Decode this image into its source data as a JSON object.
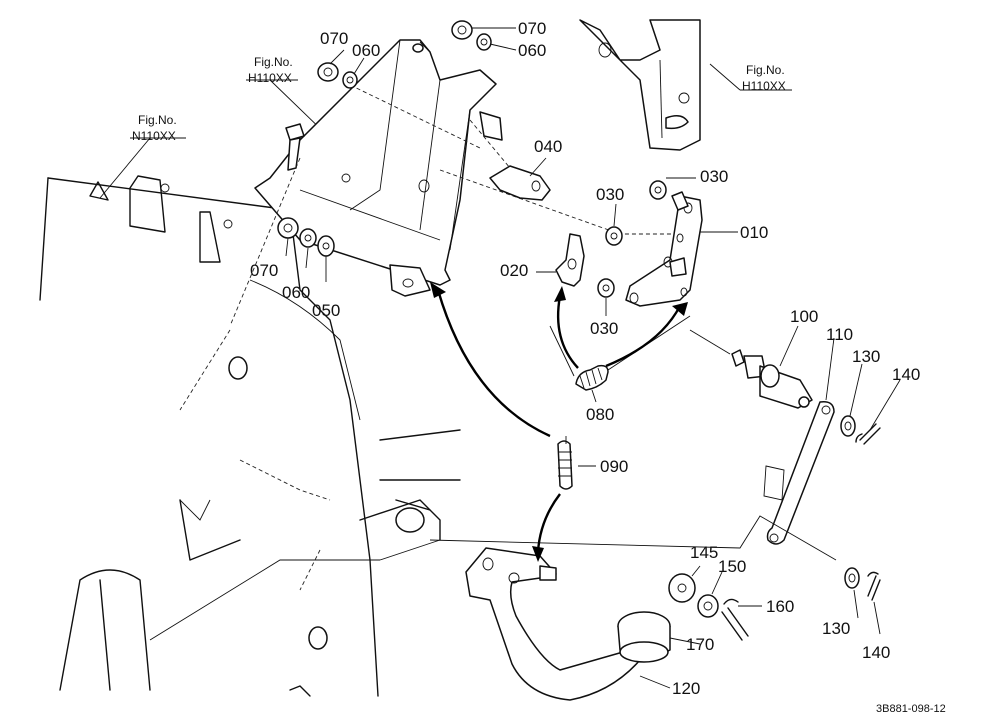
{
  "figure_refs": [
    {
      "id": "ref-n110xx",
      "line1": "Fig.No.",
      "line2": "N110XX"
    },
    {
      "id": "ref-h110xx-left",
      "line1": "Fig.No.",
      "line2": "H110XX"
    },
    {
      "id": "ref-h110xx-right",
      "line1": "Fig.No.",
      "line2": "H110XX"
    }
  ],
  "part_labels": {
    "p070a": "070",
    "p060a": "060",
    "p070b": "070",
    "p060b": "060",
    "p040": "040",
    "p030a": "030",
    "p030b": "030",
    "p010": "010",
    "p070c": "070",
    "p060c": "060",
    "p050": "050",
    "p020": "020",
    "p030c": "030",
    "p080": "080",
    "p100": "100",
    "p110": "110",
    "p130a": "130",
    "p140a": "140",
    "p090": "090",
    "p145": "145",
    "p150": "150",
    "p160": "160",
    "p130b": "130",
    "p140b": "140",
    "p170": "170",
    "p120": "120"
  },
  "drawing_code": "3B881-098-12"
}
